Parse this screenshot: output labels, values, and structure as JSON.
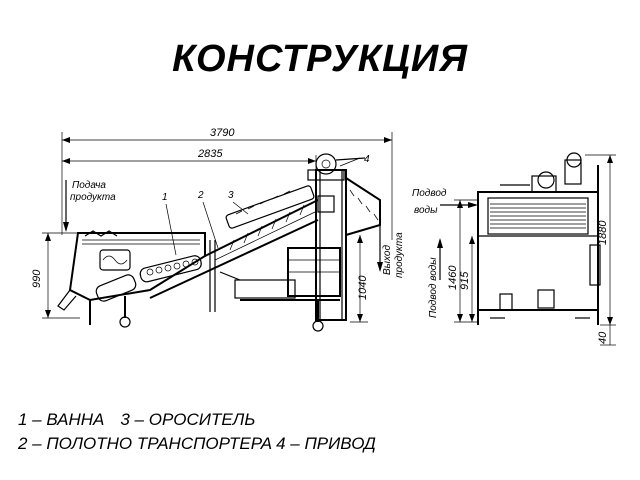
{
  "title": "КОНСТРУКЦИЯ",
  "dimensions": {
    "total_length": "3790",
    "length_2": "2835",
    "height_left": "990",
    "height_outlet": "1040",
    "height_right": "1880",
    "water_height_1": "1460",
    "water_height_2": "915",
    "base": "40"
  },
  "labels": {
    "feed_1": "Подача",
    "feed_2": "продукта",
    "outlet_1": "Выход",
    "outlet_2": "продукта",
    "water_in_top_1": "Подвод",
    "water_in_top_2": "воды",
    "water_in_side": "Подвод воды"
  },
  "callouts": [
    "1",
    "2",
    "3",
    "4"
  ],
  "legend": {
    "line1": [
      "1 – ВАННА",
      "3 – ОРОСИТЕЛЬ"
    ],
    "line2": [
      "2 – ПОЛОТНО ТРАНСПОРТЕРА",
      "4 – ПРИВОД"
    ]
  }
}
